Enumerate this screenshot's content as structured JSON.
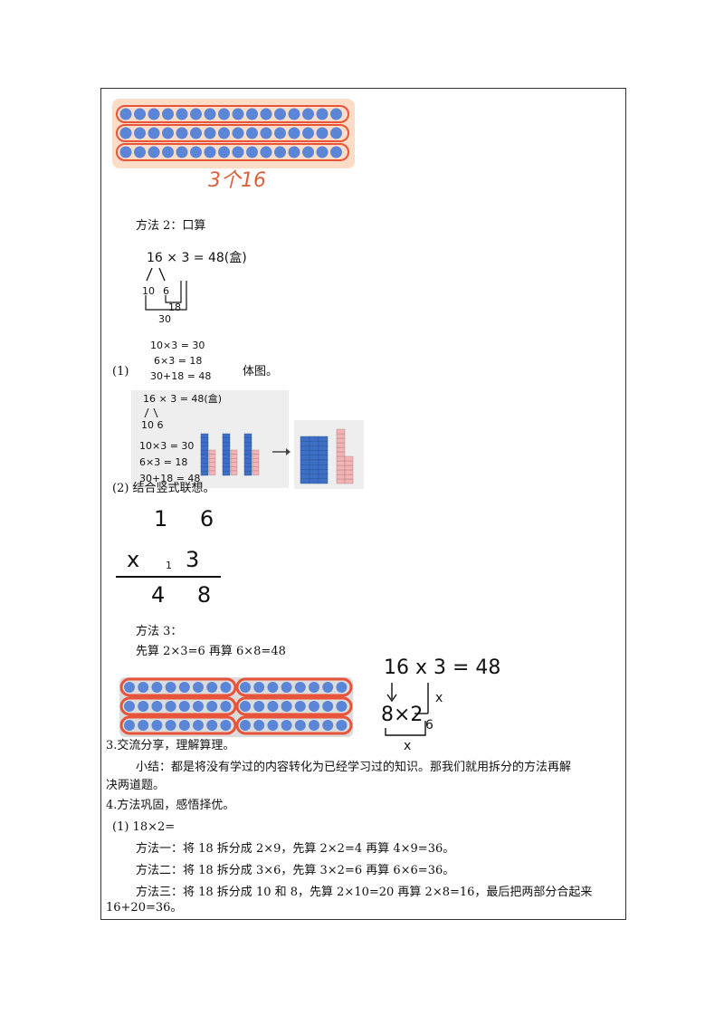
{
  "figure_top": {
    "caption": "3个16",
    "rows": 3,
    "dots_per_row": 16
  },
  "method2": {
    "title": "方法 2：口算",
    "hand": {
      "equation": "16 × 3 = 48(盒)",
      "split_left": "10",
      "split_right": "6",
      "partial_18": "18",
      "partial_30": "30",
      "calc_lines": [
        "10×3 = 30",
        "6×3 = 18",
        "30+18 = 48"
      ]
    },
    "step1_label": "(1)",
    "step1_tail": "体图。",
    "photo": {
      "equation": "16 × 3 = 48(盒)",
      "split": "10  6",
      "calc_lines": [
        "10×3 = 30",
        "6×3 = 18",
        "30+18 = 48"
      ]
    },
    "step2_text": "(2) 结合竖式联想。"
  },
  "vertical_calc": {
    "top": "1 6",
    "op": "x",
    "carry": "1",
    "multiplier": "3",
    "result": "4 8"
  },
  "method3": {
    "title": "方法 3：",
    "line": "先算 2×3=6 再算 6×8=48",
    "hand": {
      "equation": "16 x 3 = 48",
      "factor": "8×2",
      "x1": "x",
      "six": "6",
      "x2": "x"
    }
  },
  "section3": {
    "heading": "3.交流分享，理解算理。",
    "summary_line1": "小结：都是将没有学过的内容转化为已经学习过的知识。那我们就用拆分的方法再解",
    "summary_line2": "决两道题。"
  },
  "section4": {
    "heading": "4.方法巩固，感悟择优。",
    "q1": "(1) 18×2=",
    "m1": "方法一：将 18 拆分成 2×9，先算 2×2=4 再算 4×9=36。",
    "m2": "方法二：将 18 拆分成 3×6，先算 3×2=6 再算 6×6=36。",
    "m3_line1": "方法三：将 18 拆分成 10 和 8，先算 2×10=20 再算 2×8=16，最后把两部分合起来",
    "m3_line2": "16+20=36。"
  },
  "colors": {
    "dot": "#5b86d8",
    "dot_row_bg": "#f7b089",
    "orange_ring": "#e7543a",
    "blue_block": "#3d6fc4",
    "pink_block": "#f2b4b4"
  }
}
